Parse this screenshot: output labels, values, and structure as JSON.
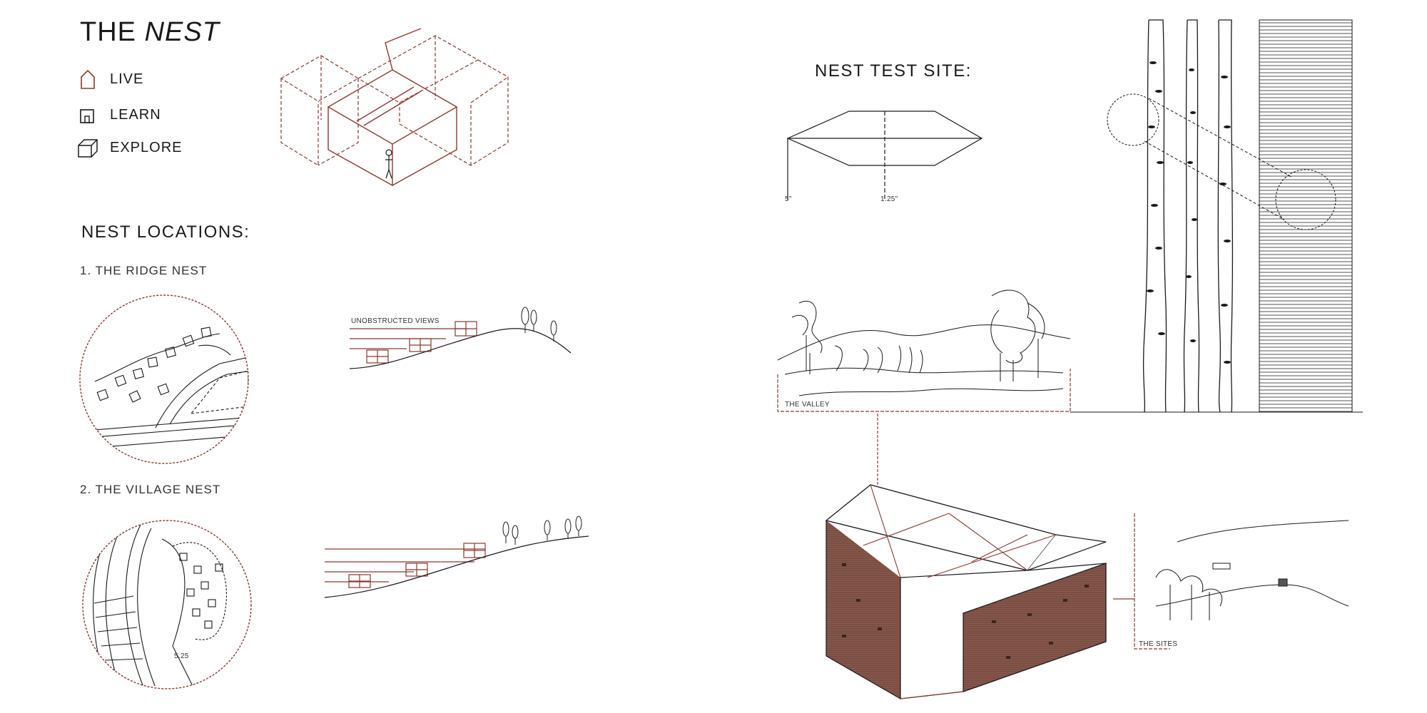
{
  "header": {
    "title_prefix": "THE",
    "title_emphasis": "NEST"
  },
  "legend": [
    {
      "label": "LIVE",
      "icon": "house-outline-icon"
    },
    {
      "label": "LEARN",
      "icon": "small-house-icon"
    },
    {
      "label": "EXPLORE",
      "icon": "cube-icon"
    }
  ],
  "locations": {
    "heading": "NEST LOCATIONS:",
    "ridge": {
      "label": "1. THE RIDGE NEST",
      "annotation": "UNOBSTRUCTED VIEWS"
    },
    "village": {
      "label": "2. THE VILLAGE NEST",
      "annotation": "5.25"
    }
  },
  "test_site": {
    "heading": "NEST TEST SITE:",
    "dim_left": "5\"",
    "dim_center": "1.25\"",
    "valley_label": "THE VALLEY",
    "sites_label": "THE SITES"
  },
  "colors": {
    "accent": "#8b3a2e",
    "ink": "#1a1a1a",
    "cladding": "#8a5a4e"
  }
}
